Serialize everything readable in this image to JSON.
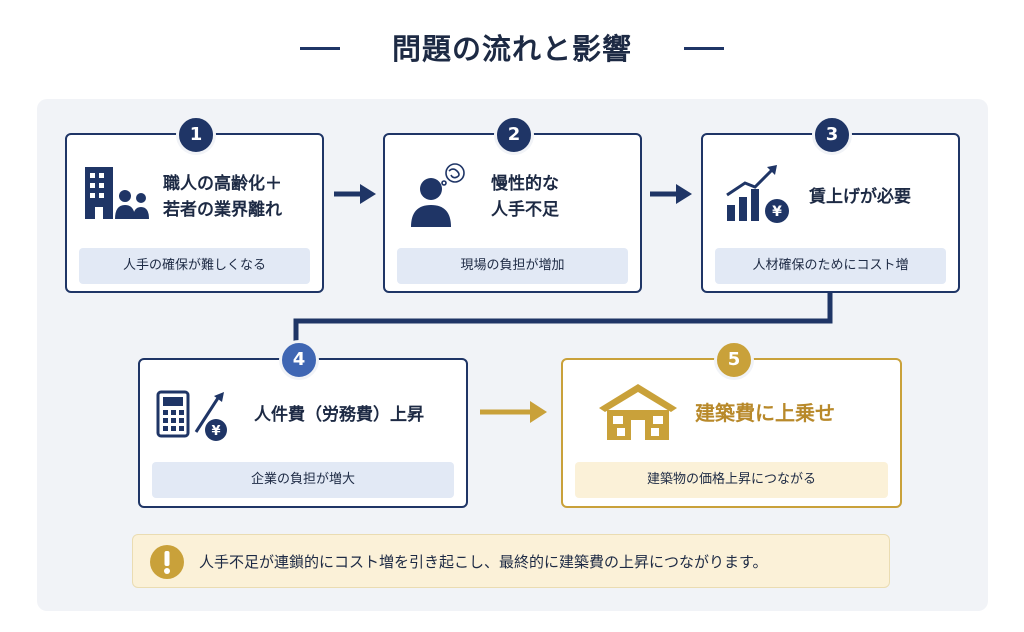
{
  "title": "問題の流れと影響",
  "steps": [
    {
      "number": "1",
      "title_line1": "職人の高齢化＋",
      "title_line2": "若者の業界離れ",
      "sub": "人手の確保が難しくなる",
      "icon": "building-people-icon"
    },
    {
      "number": "2",
      "title_line1": "慢性的な",
      "title_line2": "人手不足",
      "sub": "現場の負担が増加",
      "icon": "worried-person-icon"
    },
    {
      "number": "3",
      "title_line1": "賃上げが必要",
      "sub": "人材確保のためにコスト増",
      "icon": "rising-chart-yen-icon"
    },
    {
      "number": "4",
      "title_line1": "人件費（労務費）上昇",
      "sub": "企業の負担が増大",
      "icon": "calculator-yen-icon"
    },
    {
      "number": "5",
      "title_line1": "建築費に上乗せ",
      "sub": "建築物の価格上昇につながる",
      "icon": "house-icon"
    }
  ],
  "note": {
    "icon": "warning-icon",
    "text": "人手不足が連鎖的にコスト増を引き起こし、最終的に建築費の上昇につながります。"
  },
  "colors": {
    "navy": "#1f3566",
    "blue_badge": "#3f66b3",
    "gold": "#c9a13a",
    "sub_blue": "#e2e9f5",
    "sub_gold": "#fbf1d8",
    "panel": "#f1f3f7"
  }
}
